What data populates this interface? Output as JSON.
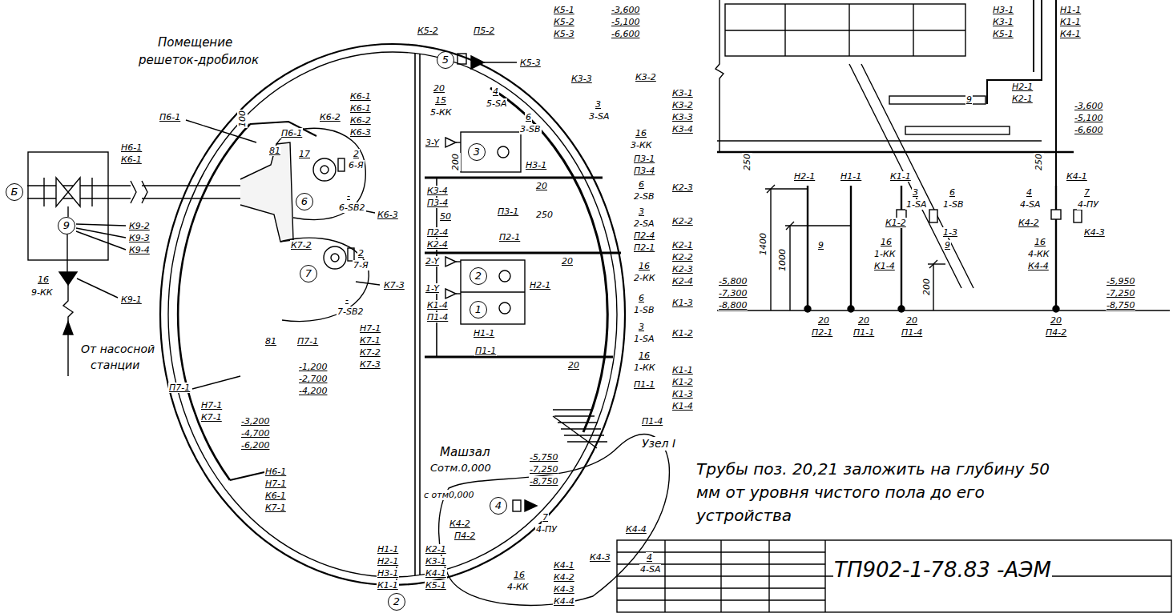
{
  "diagram": {
    "nodes": [
      {
        "text": [
          "Б"
        ]
      },
      {
        "text": [
          "9"
        ]
      },
      {
        "text": [
          "6"
        ]
      },
      {
        "text": [
          "7"
        ]
      },
      {
        "text": [
          "5"
        ]
      },
      {
        "text": [
          "3"
        ]
      },
      {
        "text": [
          "2"
        ]
      },
      {
        "text": [
          "1"
        ]
      },
      {
        "text": [
          "4"
        ]
      },
      {
        "text": [
          "2"
        ]
      }
    ],
    "labels": [
      "К9-2",
      "К9-3",
      "К9-4",
      "16",
      "9-КК",
      "К9-1",
      "От насосной",
      "станции",
      "Помещение",
      "решеток-дробилок",
      "П6-1",
      "Н6-1",
      "К6-1",
      "100",
      "81",
      "П6-1",
      "К6-2",
      "К6-1",
      "К6-1",
      "К6-2",
      "К6-3",
      "17",
      "2",
      "6-Я",
      "К6-3",
      "-",
      "6-SB2",
      "К7-2",
      "2",
      "7-Я",
      "К7-3",
      "-",
      "7-SB2",
      "Н7-1",
      "К7-1",
      "К7-2",
      "К7-3",
      "81",
      "П7-1",
      "П7-1",
      "-1,200",
      "-2,700",
      "-4,200",
      "-3,200",
      "-4,700",
      "-6,200",
      "Н7-1",
      "К7-1",
      "Н6-1",
      "Н7-1",
      "К6-1",
      "К7-1",
      "К5-2",
      "П5-2",
      "К5-1",
      "К5-2",
      "К5-3",
      "-3,600",
      "-5,100",
      "-6,600",
      "К5-3",
      "20",
      "15",
      "5-КК",
      "4",
      "5-SA",
      "К3-3",
      "К3-2",
      "3",
      "3-SA",
      "К3-1",
      "К3-2",
      "К3-3",
      "К3-4",
      "16",
      "3-КК",
      "П3-1",
      "П3-4",
      "6",
      "2-SB",
      "К2-3",
      "3",
      "2-SA",
      "К2-2",
      "П2-4",
      "П2-1",
      "К2-1",
      "К2-2",
      "К2-3",
      "К2-4",
      "16",
      "2-КК",
      "К1-3",
      "6",
      "1-SB",
      "К1-2",
      "3",
      "1-SA",
      "16",
      "1-КК",
      "К1-1",
      "К1-2",
      "К1-3",
      "К1-4",
      "П1-1",
      "П1-4",
      "Узел I",
      "3-Y",
      "6",
      "3-SB",
      "200",
      "Н3-1",
      "К3-4",
      "П3-4",
      "50",
      "П3-1",
      "20",
      "250",
      "П2-4",
      "К2-4",
      "П2-1",
      "20",
      "Н2-1",
      "2-Y",
      "1-Y",
      "К1-4",
      "П1-4",
      "Н1-1",
      "П1-1",
      "20",
      "Машзал",
      "Сотм.0,000",
      "-5,750",
      "-7,250",
      "-8,750",
      "К4-2",
      "П4-2",
      "7",
      "4-ПУ",
      "К4-4",
      "К4-3",
      "4",
      "4-SA",
      "16",
      "4-КК",
      "К4-1",
      "К4-2",
      "К4-3",
      "К4-4",
      "с отм0,000",
      "Н1-1",
      "Н2-1",
      "Н3-1",
      "К1-1",
      "К2-1",
      "К3-1",
      "К4-1",
      "К5-1",
      "Н3-1",
      "К3-1",
      "К5-1",
      "Н1-1",
      "К1-1",
      "К4-1",
      "9",
      "Н2-1",
      "К2-1",
      "-3,600",
      "-5,100",
      "-6,600",
      "250",
      "250",
      "Н2-1",
      "Н1-1",
      "К1-1",
      "К4-1",
      "3",
      "1-SA",
      "6",
      "1-SB",
      "К1-2",
      "1-3",
      "4",
      "4-SA",
      "7",
      "4-ПУ",
      "К4-2",
      "К4-3",
      "1400",
      "1000",
      "200",
      "9",
      "16",
      "1-КК",
      "К1-4",
      "9",
      "16",
      "4-КК",
      "К4-4",
      "-5,800",
      "-7,300",
      "-8,800",
      "-5,950",
      "-7,250",
      "-8,750",
      "20",
      "П2-1",
      "20",
      "П1-1",
      "20",
      "П1-4",
      "20",
      "П4-2",
      "Трубы поз. 20,21 заложить на глубину 50 мм от уровня чистого пола до его устройства",
      "ТП902-1-78.83 -АЭМ"
    ]
  }
}
